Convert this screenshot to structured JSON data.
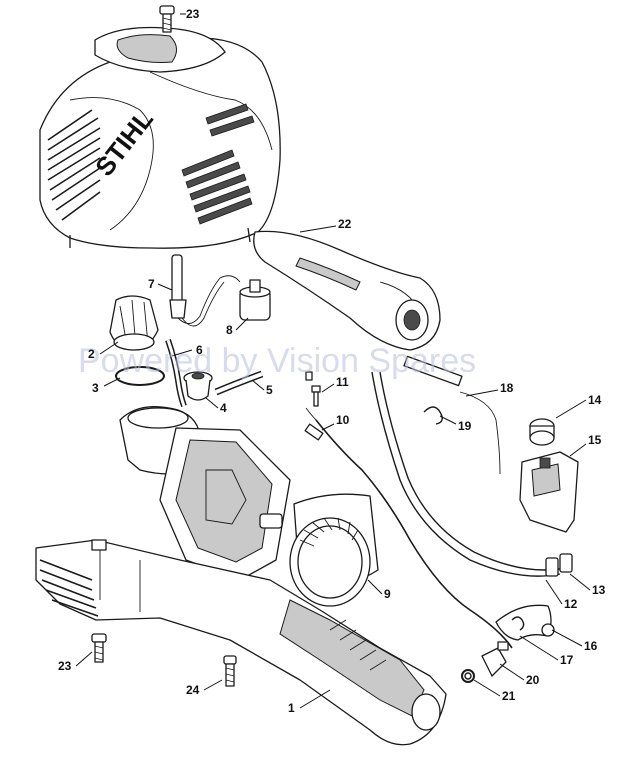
{
  "brand": "STIHL",
  "watermark": "Powered by Vision Spares",
  "callouts": [
    {
      "id": "c23a",
      "label": "23"
    },
    {
      "id": "c22",
      "label": "22"
    },
    {
      "id": "c7",
      "label": "7"
    },
    {
      "id": "c8",
      "label": "8"
    },
    {
      "id": "c2",
      "label": "2"
    },
    {
      "id": "c6",
      "label": "6"
    },
    {
      "id": "c3",
      "label": "3"
    },
    {
      "id": "c5",
      "label": "5"
    },
    {
      "id": "c4",
      "label": "4"
    },
    {
      "id": "c11",
      "label": "11"
    },
    {
      "id": "c10",
      "label": "10"
    },
    {
      "id": "c18",
      "label": "18"
    },
    {
      "id": "c19",
      "label": "19"
    },
    {
      "id": "c14",
      "label": "14"
    },
    {
      "id": "c15",
      "label": "15"
    },
    {
      "id": "c9",
      "label": "9"
    },
    {
      "id": "c13",
      "label": "13"
    },
    {
      "id": "c12",
      "label": "12"
    },
    {
      "id": "c16",
      "label": "16"
    },
    {
      "id": "c17",
      "label": "17"
    },
    {
      "id": "c20",
      "label": "20"
    },
    {
      "id": "c21",
      "label": "21"
    },
    {
      "id": "c1",
      "label": "1"
    },
    {
      "id": "c23b",
      "label": "23"
    },
    {
      "id": "c24",
      "label": "24"
    }
  ]
}
